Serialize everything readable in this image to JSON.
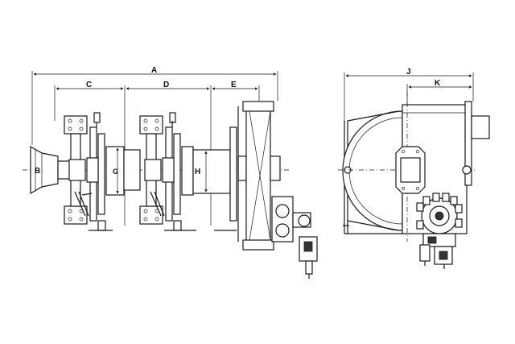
{
  "dimension_labels": {
    "a": "A",
    "b": "B",
    "c": "C",
    "d": "D",
    "e": "E",
    "g": "G",
    "h": "H",
    "j": "J",
    "k": "K"
  }
}
